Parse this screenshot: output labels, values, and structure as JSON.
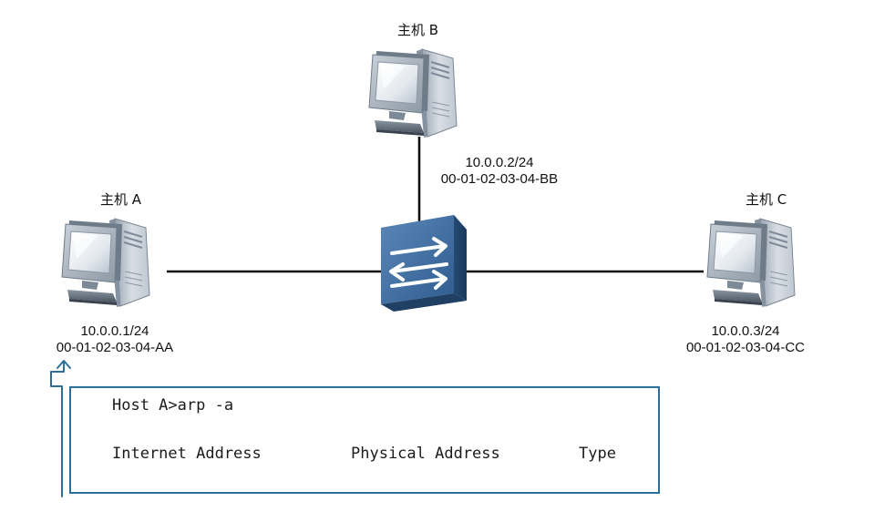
{
  "hosts": {
    "b": {
      "title": "主机 B",
      "ip": "10.0.0.2/24",
      "mac": "00-01-02-03-04-BB"
    },
    "a": {
      "title": "主机 A",
      "ip": "10.0.0.1/24",
      "mac": "00-01-02-03-04-AA"
    },
    "c": {
      "title": "主机 C",
      "ip": "10.0.0.3/24",
      "mac": "00-01-02-03-04-CC"
    }
  },
  "console": {
    "command": "Host A>arp -a",
    "columns": [
      "Internet Address",
      "Physical Address",
      "Type"
    ]
  },
  "colors": {
    "link": "#111111",
    "console_border": "#2d6f98",
    "device_blue": "#3c6a99",
    "device_dark": "#2a4f78"
  },
  "icons": {
    "host": "desktop-computer-icon",
    "switch": "network-switch-icon"
  }
}
